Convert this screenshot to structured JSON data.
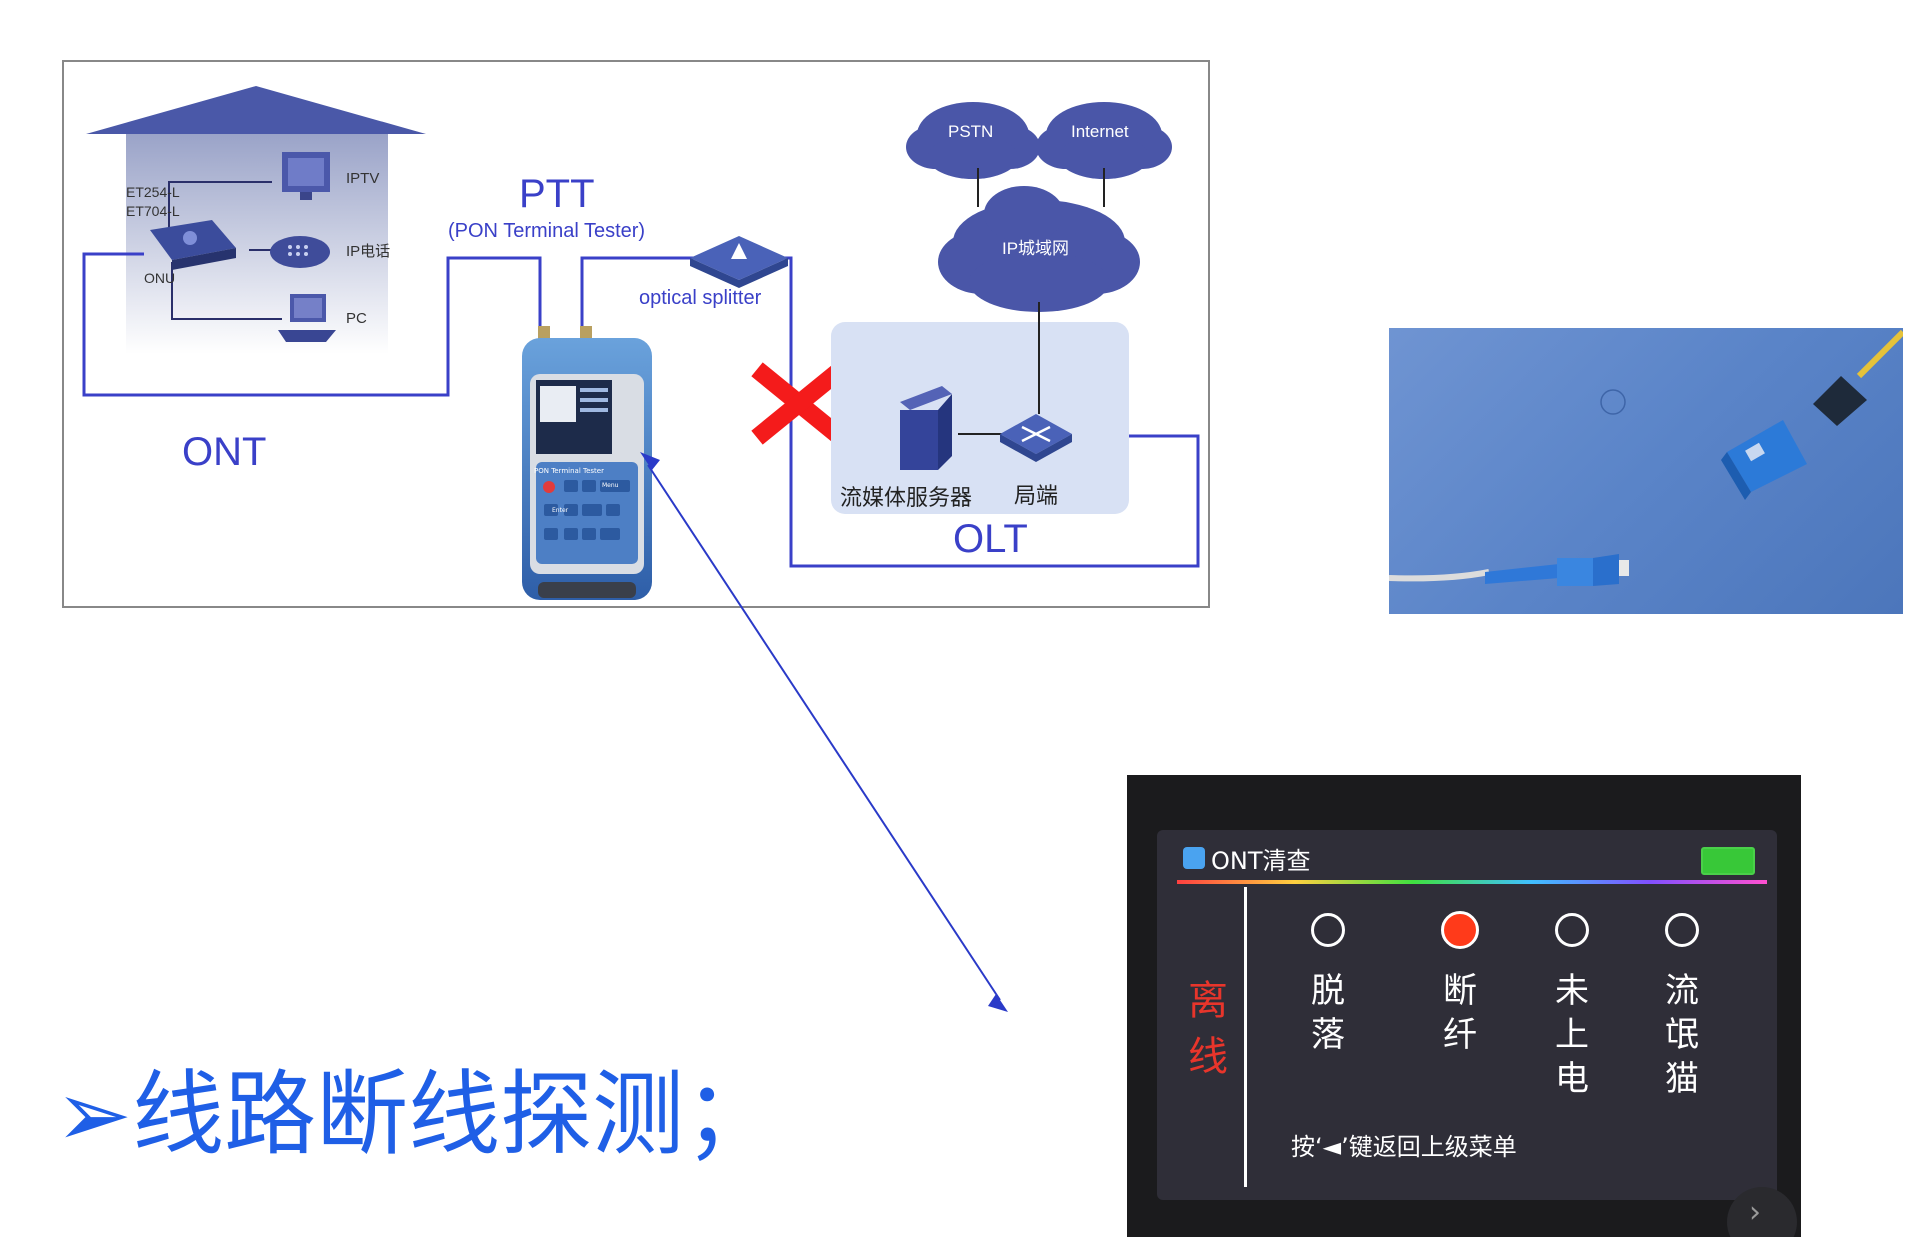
{
  "diagram": {
    "ont_label": "ONT",
    "olt_label": "OLT",
    "ptt_title": "PTT",
    "ptt_subtitle": "(PON Terminal Tester)",
    "splitter_label": "optical splitter",
    "onu_model_1": "ET254-L",
    "onu_model_2": "ET704-L",
    "onu_label": "ONU",
    "iptv_label": "IPTV",
    "ip_phone_label": "IP电话",
    "pc_label": "PC",
    "pstn_label": "PSTN",
    "internet_label": "Internet",
    "metro_label": "IP城域网",
    "media_server_label": "流媒体服务器",
    "central_office_label": "局端",
    "device_brand": "PON Terminal Tester",
    "device_button_enter": "Enter",
    "device_button_menu": "Menu",
    "fault_color": "#f41b1b",
    "line_color": "#3a40c8"
  },
  "bullet": {
    "marker": "➢",
    "text": "线路断线探测；"
  },
  "screen": {
    "title": "ONT清查",
    "status_label": "离线",
    "options": [
      {
        "label": "脱落",
        "active": false
      },
      {
        "label": "断纤",
        "active": true
      },
      {
        "label": "未上电",
        "active": false
      },
      {
        "label": "流氓猫",
        "active": false
      }
    ],
    "hint": "按‘◄’键返回上级菜单",
    "active_color": "#ff3a1a",
    "status_color": "#e8352b"
  }
}
